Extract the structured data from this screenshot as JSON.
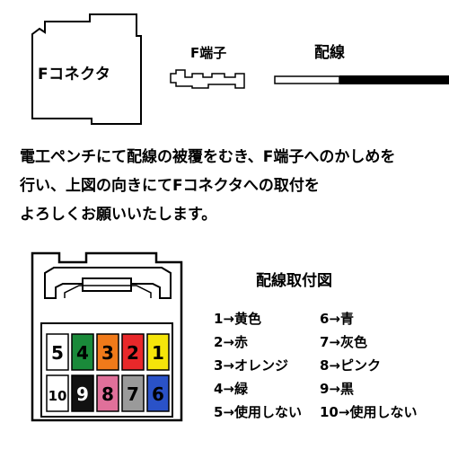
{
  "labels": {
    "connector": "Fコネクタ",
    "f_terminal": "F端子",
    "wire": "配線"
  },
  "instructions": [
    "電工ペンチにて配線の被覆をむき、F端子へのかしめを",
    "行い、上図の向きにてFコネクタへの取付を",
    "よろしくお願いいたします。"
  ],
  "legend": {
    "title": "配線取付図",
    "items": [
      "1→黄色",
      "6→青",
      "2→赤",
      "7→灰色",
      "3→オレンジ",
      "8→ピンク",
      "4→緑",
      "9→黒",
      "5→使用しない",
      "10→使用しない"
    ]
  },
  "pins": [
    {
      "num": "5",
      "color": "#ffffff",
      "text": "#000000"
    },
    {
      "num": "4",
      "color": "#1a8a3a",
      "text": "#000000"
    },
    {
      "num": "3",
      "color": "#f07a1a",
      "text": "#000000"
    },
    {
      "num": "2",
      "color": "#e8282a",
      "text": "#000000"
    },
    {
      "num": "1",
      "color": "#f5e50a",
      "text": "#000000"
    },
    {
      "num": "10",
      "color": "#ffffff",
      "text": "#000000"
    },
    {
      "num": "9",
      "color": "#111111",
      "text": "#ffffff"
    },
    {
      "num": "8",
      "color": "#e0709a",
      "text": "#000000"
    },
    {
      "num": "7",
      "color": "#9a9a9a",
      "text": "#000000"
    },
    {
      "num": "6",
      "color": "#2a52c8",
      "text": "#000000"
    }
  ]
}
